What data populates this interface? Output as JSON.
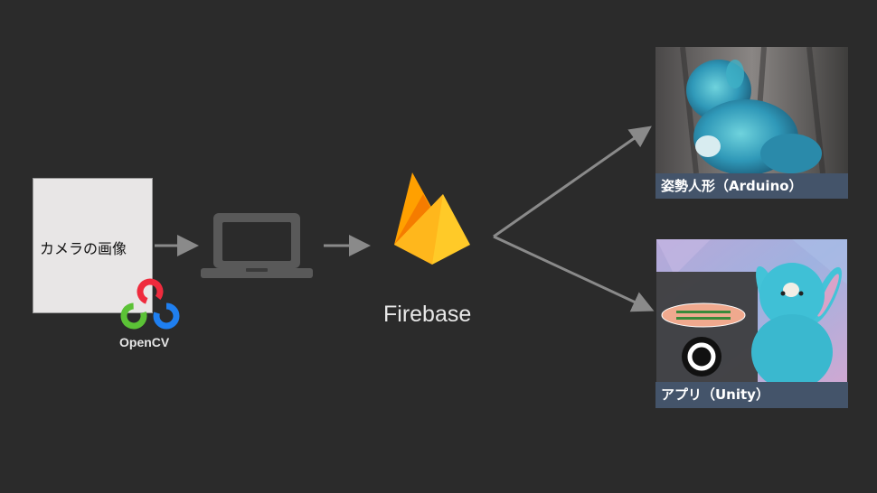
{
  "camera": {
    "label": "カメラの画像"
  },
  "opencv": {
    "label": "OpenCV"
  },
  "firebase": {
    "label": "Firebase"
  },
  "outputs": {
    "doll": {
      "caption": "姿勢人形（Arduino）"
    },
    "app": {
      "caption": "アプリ（Unity）"
    }
  },
  "colors": {
    "background": "#2b2b2b",
    "arrow": "#8a8a8a",
    "caption_bg": "#44546a",
    "laptop": "#595959"
  }
}
